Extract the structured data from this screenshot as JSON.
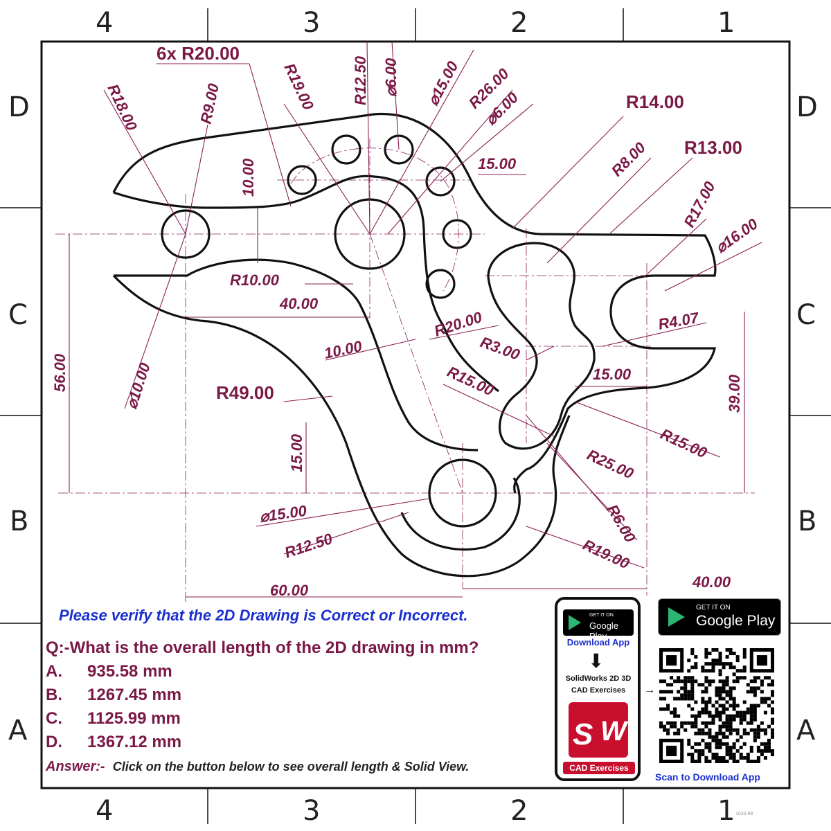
{
  "zones": {
    "columns": [
      "4",
      "3",
      "2",
      "1"
    ],
    "rows": [
      "D",
      "C",
      "B",
      "A"
    ]
  },
  "dimensions": {
    "six_r20": "6x R20.00",
    "r18": "R18.00",
    "r9": "R9.00",
    "r19_top": "R19.00",
    "r12_50_top": "R12.50",
    "d6_top": "⌀6.00",
    "d15_top": "⌀15.00",
    "r26": "R26.00",
    "d6_b": "⌀6.00",
    "r14": "R14.00",
    "r13": "R13.00",
    "r8": "R8.00",
    "d15_00_h": "15.00",
    "r17": "R17.00",
    "d16": "⌀16.00",
    "v10": "10.00",
    "r10": "R10.00",
    "h40": "40.00",
    "r20": "R20.00",
    "r4_07": "R4.07",
    "h10": "10.00",
    "r3": "R3.00",
    "d10": "⌀10.00",
    "v56": "56.00",
    "r15_mid": "R15.00",
    "h15_right": "15.00",
    "v39": "39.00",
    "r49": "R49.00",
    "r15_right": "R15.00",
    "v15": "15.00",
    "r25": "R25.00",
    "d15_bottom": "⌀15.00",
    "r6": "R6.00",
    "r12_50_bottom": "R12.50",
    "r19_bottom": "R19.00",
    "h60": "60.00",
    "h40_bottom": "40.00"
  },
  "question": {
    "verify": "Please verify that the 2D Drawing is Correct or Incorrect.",
    "text": "Q:-What is the overall length of the 2D drawing in mm?",
    "options": [
      {
        "letter": "A.",
        "value": "935.58 mm"
      },
      {
        "letter": "B.",
        "value": "1267.45 mm"
      },
      {
        "letter": "C.",
        "value": "1125.99 mm"
      },
      {
        "letter": "D.",
        "value": "1367.12 mm"
      }
    ],
    "answer_label": "Answer:-",
    "answer_hint": "Click on the button below to see overall length & Solid View."
  },
  "app_promo": {
    "get_it_on": "GET IT ON",
    "google_play": "Google Play",
    "download_app": "Download App",
    "sw_title_line1": "SolidWorks 2D 3D",
    "sw_title_line2": "CAD Exercises",
    "cad_exercises": "CAD Exercises",
    "scan": "Scan to Download App",
    "logo_s": "S",
    "logo_w": "W"
  },
  "id_tag": "1033.98",
  "colors": {
    "dimension": "#7a1846",
    "part_outline": "#111111",
    "link_blue": "#1a2fd0",
    "solidworks_red": "#c8102e"
  }
}
